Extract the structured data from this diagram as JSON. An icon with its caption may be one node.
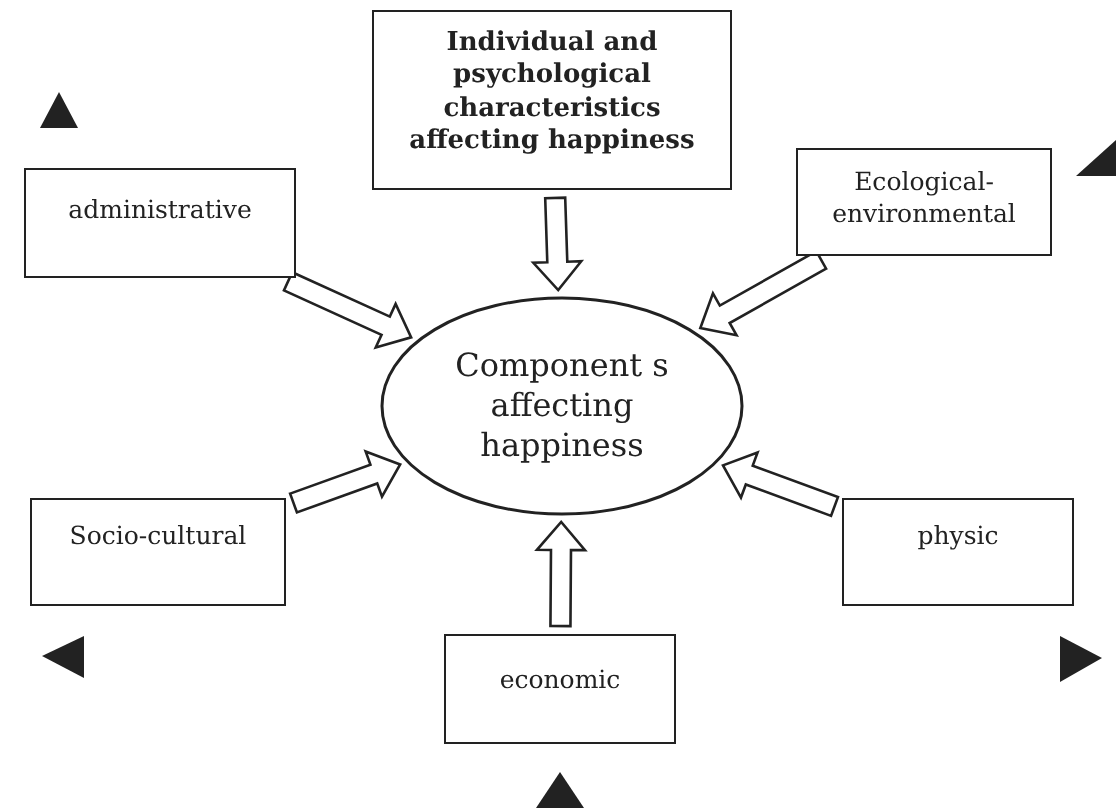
{
  "diagram": {
    "nodes": [
      {
        "text": [
          "Individual and psychological characteristics affecting happiness"
        ]
      },
      {
        "text": [
          "administrative"
        ]
      },
      {
        "text": [
          "Ecological-environmental"
        ]
      },
      {
        "text": [
          "Component s affecting happiness"
        ]
      },
      {
        "text": [
          "Socio-cultural"
        ]
      },
      {
        "text": [
          "physic"
        ]
      },
      {
        "text": [
          "economic"
        ]
      }
    ],
    "edges": [
      {
        "from": 0,
        "to": 3,
        "arrow": "to"
      },
      {
        "from": 1,
        "to": 3,
        "arrow": "to"
      },
      {
        "from": 2,
        "to": 3,
        "arrow": "to"
      },
      {
        "from": 4,
        "to": 3,
        "arrow": "to"
      },
      {
        "from": 5,
        "to": 3,
        "arrow": "to"
      },
      {
        "from": 6,
        "to": 3,
        "arrow": "to"
      }
    ]
  }
}
